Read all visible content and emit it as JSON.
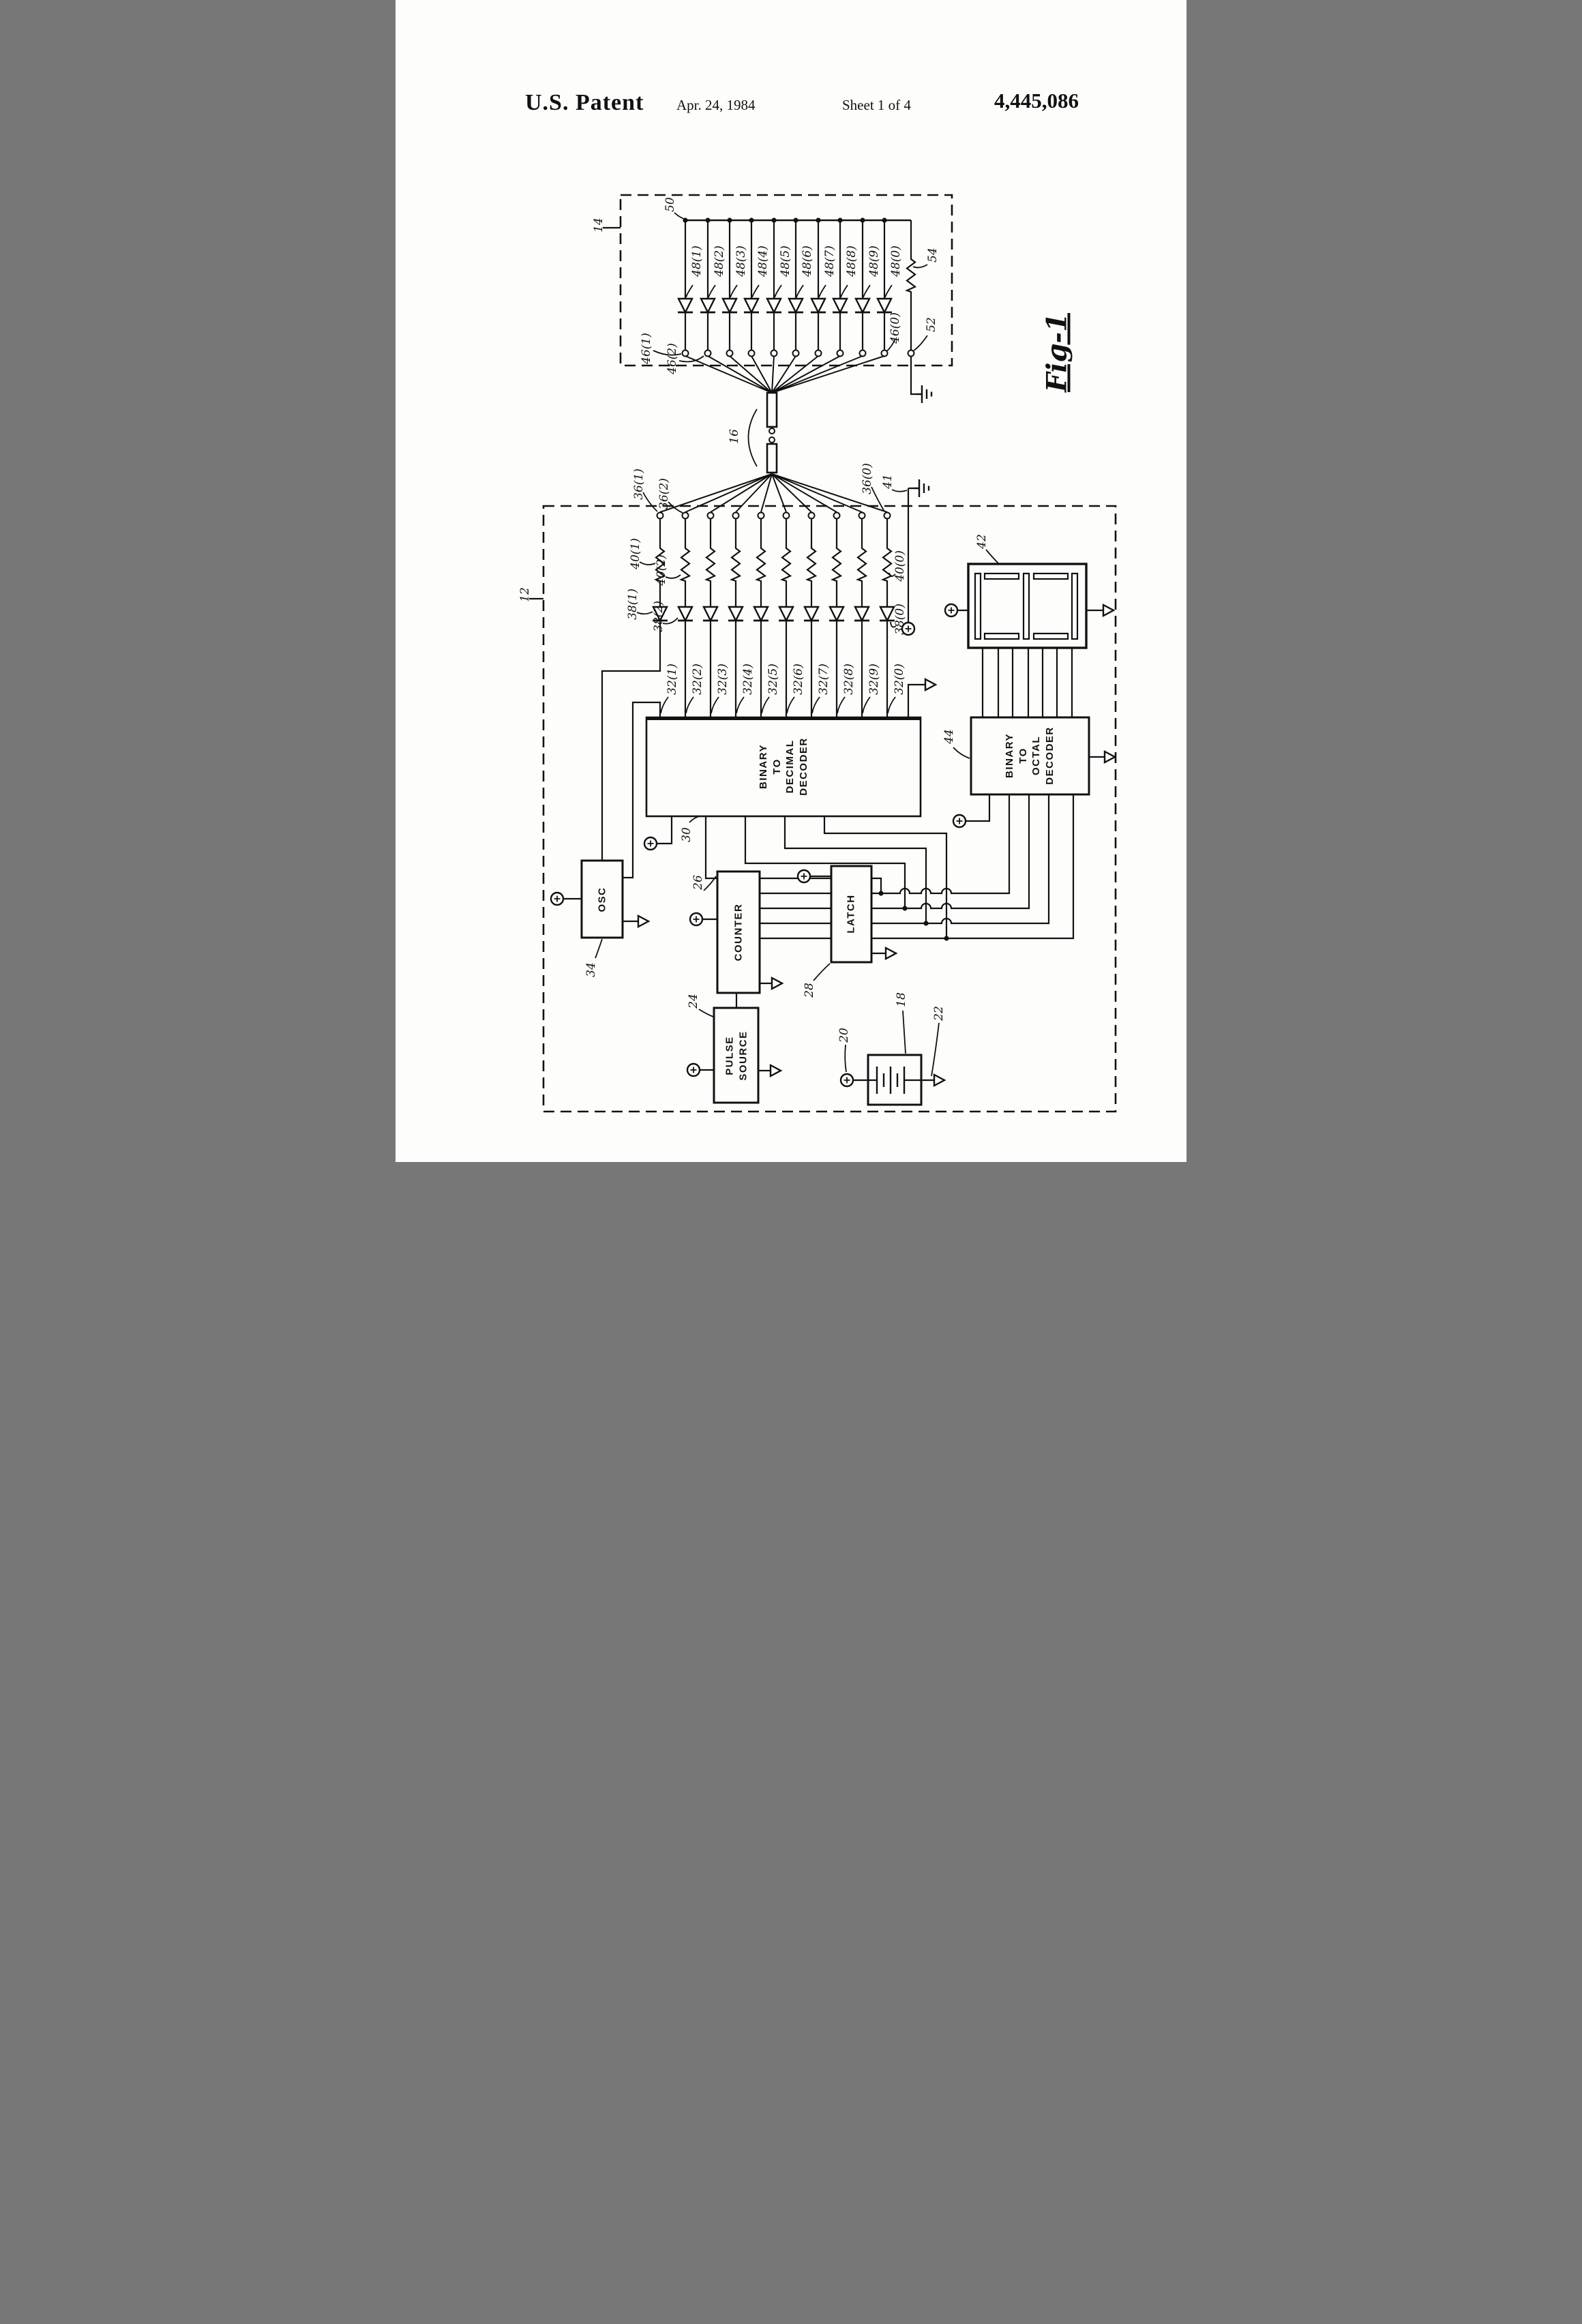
{
  "page": {
    "publication": "U.S. Patent",
    "date": "Apr. 24, 1984",
    "sheet": "Sheet 1 of 4",
    "patent_number": "4,445,086",
    "figure_label": "Fig-1"
  },
  "refs": {
    "display_unit": "14",
    "bus": "50",
    "leds": [
      "48(1)",
      "48(2)",
      "48(3)",
      "48(4)",
      "48(5)",
      "48(6)",
      "48(7)",
      "48(8)",
      "48(9)",
      "48(0)"
    ],
    "led_terminals": [
      "46(1)",
      "46(2)",
      "46(0)"
    ],
    "dropping_resistor": "54",
    "common_line": "52",
    "cable": "16",
    "keyboard_unit": "12",
    "line_terminals": [
      "36(1)",
      "36(2)",
      "36(0)"
    ],
    "ground": "41",
    "resistors": [
      "40(1)",
      "40(2)",
      "40(0)"
    ],
    "diodes": [
      "38(1)",
      "38(2)",
      "38(0)"
    ],
    "decoder_inputs": [
      "32(1)",
      "32(2)",
      "32(3)",
      "32(4)",
      "32(5)",
      "32(6)",
      "32(7)",
      "32(8)",
      "32(9)",
      "32(0)"
    ],
    "decimal_decoder": "30",
    "display": "42",
    "octal_decoder": "44",
    "counter": "26",
    "latch": "28",
    "osc": "34",
    "pulse_source": "24",
    "battery": "18",
    "battery_plus": "20",
    "battery_out": "22"
  },
  "blocks": {
    "decimal_decoder": {
      "l1": "BINARY",
      "l2": "TO",
      "l3": "DECIMAL",
      "l4": "DECODER"
    },
    "octal_decoder": {
      "l1": "BINARY",
      "l2": "TO",
      "l3": "OCTAL",
      "l4": "DECODER"
    },
    "osc": "OSC",
    "counter": "COUNTER",
    "latch": "LATCH",
    "pulse_source": {
      "l1": "PULSE",
      "l2": "SOURCE"
    }
  }
}
